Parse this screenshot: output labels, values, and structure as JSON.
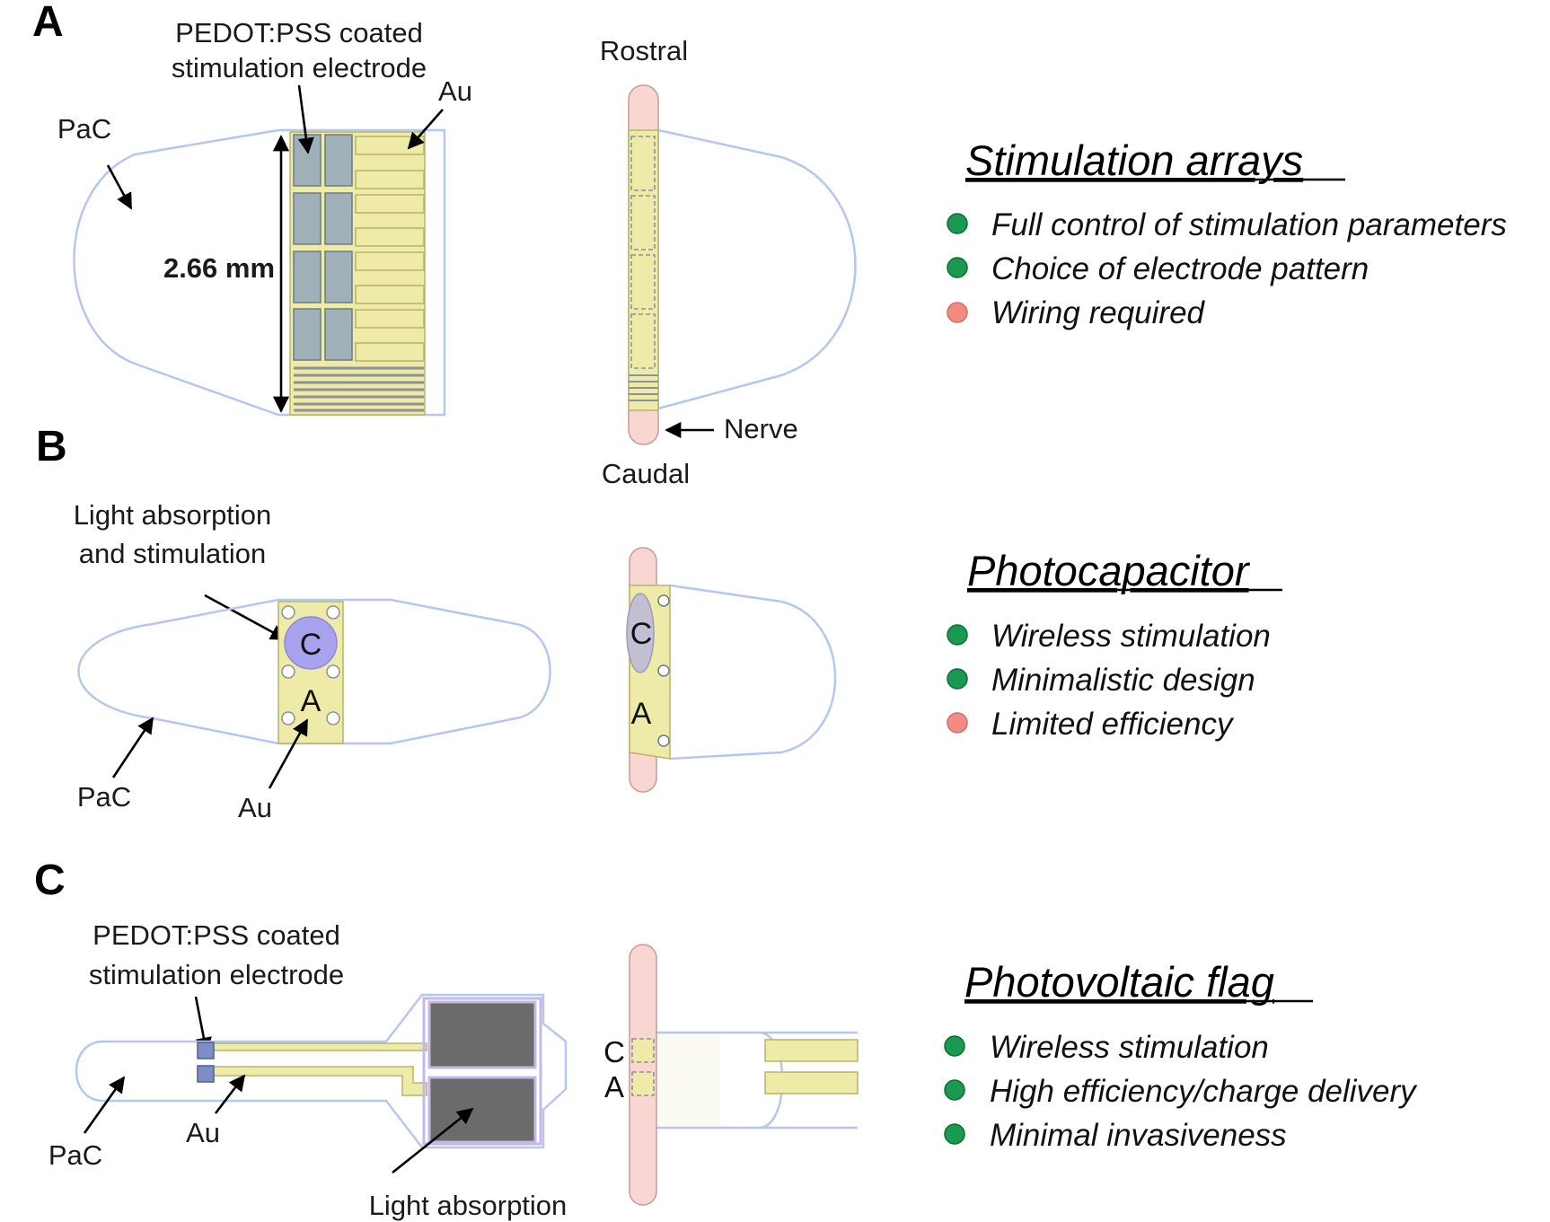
{
  "panels": {
    "a": {
      "letter": "A",
      "electrode_label": [
        "PEDOT:PSS coated",
        "stimulation electrode"
      ],
      "au_label": "Au",
      "pac_label": "PaC",
      "dimension_label": "2.66 mm",
      "rostral_label": "Rostral",
      "caudal_label": "Caudal",
      "nerve_label": "Nerve",
      "title": "Stimulation arrays",
      "bullets": [
        {
          "text": "Full control of stimulation parameters",
          "status": "pro"
        },
        {
          "text": "Choice of electrode pattern",
          "status": "pro"
        },
        {
          "text": "Wiring required",
          "status": "con"
        }
      ]
    },
    "b": {
      "letter": "B",
      "absorption_label": [
        "Light absorption",
        "and stimulation"
      ],
      "cathode_label": "C",
      "anode_label": "A",
      "pac_label": "PaC",
      "au_label": "Au",
      "title": "Photocapacitor",
      "bullets": [
        {
          "text": "Wireless stimulation",
          "status": "pro"
        },
        {
          "text": "Minimalistic design",
          "status": "pro"
        },
        {
          "text": "Limited efficiency",
          "status": "con"
        }
      ]
    },
    "c": {
      "letter": "C",
      "electrode_label": [
        "PEDOT:PSS coated",
        "stimulation electrode"
      ],
      "au_label": "Au",
      "pac_label": "PaC",
      "absorption_label": "Light absorption",
      "cathode_label": "C",
      "anode_label": "A",
      "title": "Photovoltaic flag",
      "bullets": [
        {
          "text": "Wireless stimulation",
          "status": "pro"
        },
        {
          "text": "High efficiency/charge delivery",
          "status": "pro"
        },
        {
          "text": "Minimal invasiveness",
          "status": "pro"
        }
      ]
    }
  },
  "colors": {
    "pro": "#1a9a50",
    "con": "#f28b82",
    "gold": "#eeeaa8",
    "pac_outline": "#b6c7ee",
    "nerve": "#f8d6d2",
    "pedot": "#9fb0b8",
    "photocap": "#a9a3ef",
    "absorber": "#6b6b6b"
  }
}
